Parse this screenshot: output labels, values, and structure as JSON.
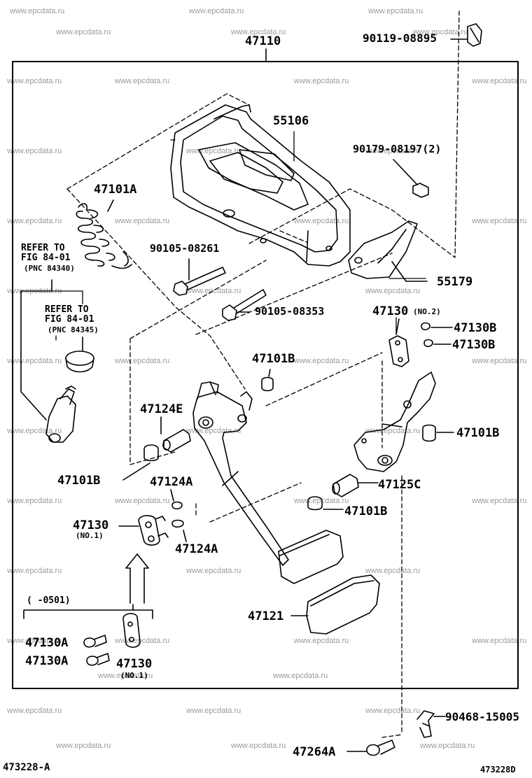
{
  "watermarks": [
    "www.epcdata.ru",
    "www.epcdata.ru",
    "www.epcdata.ru",
    "www.epcdata.ru",
    "www.epcdata.ru",
    "www.epcdata.ru",
    "www.epcdata.ru",
    "www.epcdata.ru",
    "www.epcdata.ru",
    "www.epcdata.ru",
    "www.epcdata.ru",
    "www.epcdata.ru",
    "www.epcdata.ru",
    "www.epcdata.ru",
    "www.epcdata.ru",
    "www.epcdata.ru",
    "www.epcdata.ru",
    "www.epcdata.ru",
    "www.epcdata.ru",
    "www.epcdata.ru",
    "www.epcdata.ru",
    "www.epcdata.ru",
    "www.epcdata.ru",
    "www.epcdata.ru",
    "www.epcdata.ru",
    "www.epcdata.ru",
    "www.epcdata.ru",
    "www.epcdata.ru",
    "www.epcdata.ru",
    "www.epcdata.ru",
    "www.epcdata.ru",
    "www.epcdata.ru",
    "www.epcdata.ru",
    "www.epcdata.ru",
    "www.epcdata.ru",
    "www.epcdata.ru",
    "www.epcdata.ru",
    "www.epcdata.ru",
    "www.epcdata.ru",
    "www.epcdata.ru",
    "www.epcdata.ru",
    "www.epcdata.ru",
    "www.epcdata.ru",
    "www.epcdata.ru",
    "www.epcdata.ru",
    "www.epcdata.ru"
  ],
  "labels": {
    "assy_47110": "47110",
    "bolt_90119": "90119-08895",
    "bracket_55106": "55106",
    "nut_90179": "90179-08197(2)",
    "spring_47101a": "47101A",
    "bolt_90105_08261": "90105-08261",
    "bolt_90105_08353": "90105-08353",
    "plate_55179": "55179",
    "refer1_line1": "REFER TO",
    "refer1_line2": "FIG 84-01",
    "refer1_line3": "(PNC 84340)",
    "refer2_line1": "REFER TO",
    "refer2_line2": "FIG 84-01",
    "refer2_line3": "(PNC 84345)",
    "p47130_no2": "47130",
    "p47130_no2_note": "(NO.2)",
    "p47130b_1": "47130B",
    "p47130b_2": "47130B",
    "p47101b_top": "47101B",
    "p47124e": "47124E",
    "p47101b_right": "47101B",
    "p47101b_left": "47101B",
    "p47124a_1": "47124A",
    "p47125c": "47125C",
    "p47101b_mid": "47101B",
    "p47130_no1": "47130",
    "p47130_no1_note": "(NO.1)",
    "p47124a_2": "47124A",
    "range_note": "(    -0501)",
    "p47121": "47121",
    "p47130a_1": "47130A",
    "p47130a_2": "47130A",
    "p47130_alt": "47130",
    "p47130_alt_note": "(NO.1)",
    "p90468": "90468-15005",
    "p47264a": "47264A",
    "fig_ref_left": "473228-A",
    "fig_ref_right": "473228D"
  }
}
